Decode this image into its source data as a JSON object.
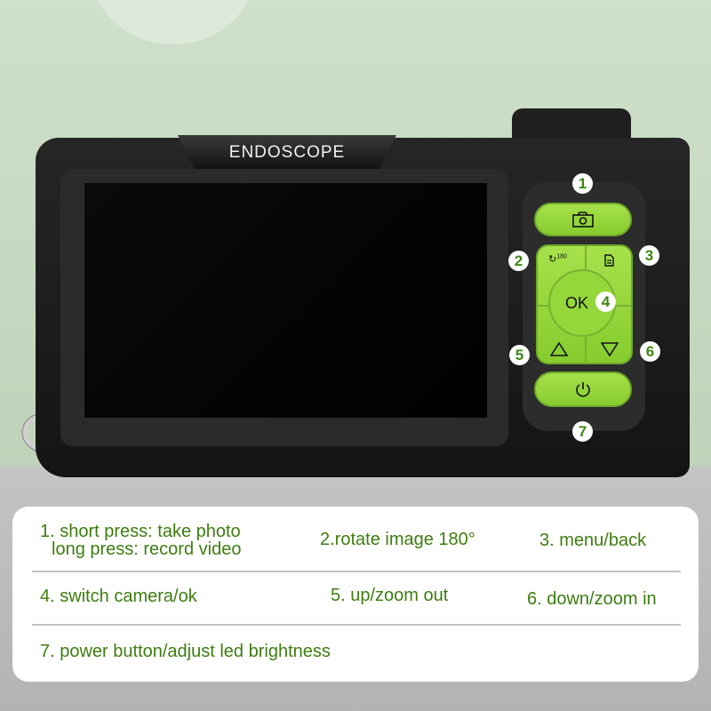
{
  "device": {
    "label": "ENDOSCOPE",
    "ok_label": "OK",
    "rotate_icon_text": "180",
    "callouts": [
      "1",
      "2",
      "3",
      "4",
      "5",
      "6",
      "7"
    ],
    "accent_color": "#8fd43a",
    "icons": {
      "photo": "camera-icon",
      "rotate": "rotate-180-icon",
      "menu": "menu-icon",
      "up": "triangle-up-icon",
      "down": "triangle-down-icon",
      "power": "power-icon"
    }
  },
  "legend": {
    "item1_line1": "1. short press: take photo",
    "item1_line2": "long press: record video",
    "item2": "2.rotate image 180°",
    "item3": "3. menu/back",
    "item4": "4. switch camera/ok",
    "item5": "5. up/zoom out",
    "item6": "6. down/zoom in",
    "item7": "7. power button/adjust led brightness",
    "text_color": "#3d7d10"
  }
}
